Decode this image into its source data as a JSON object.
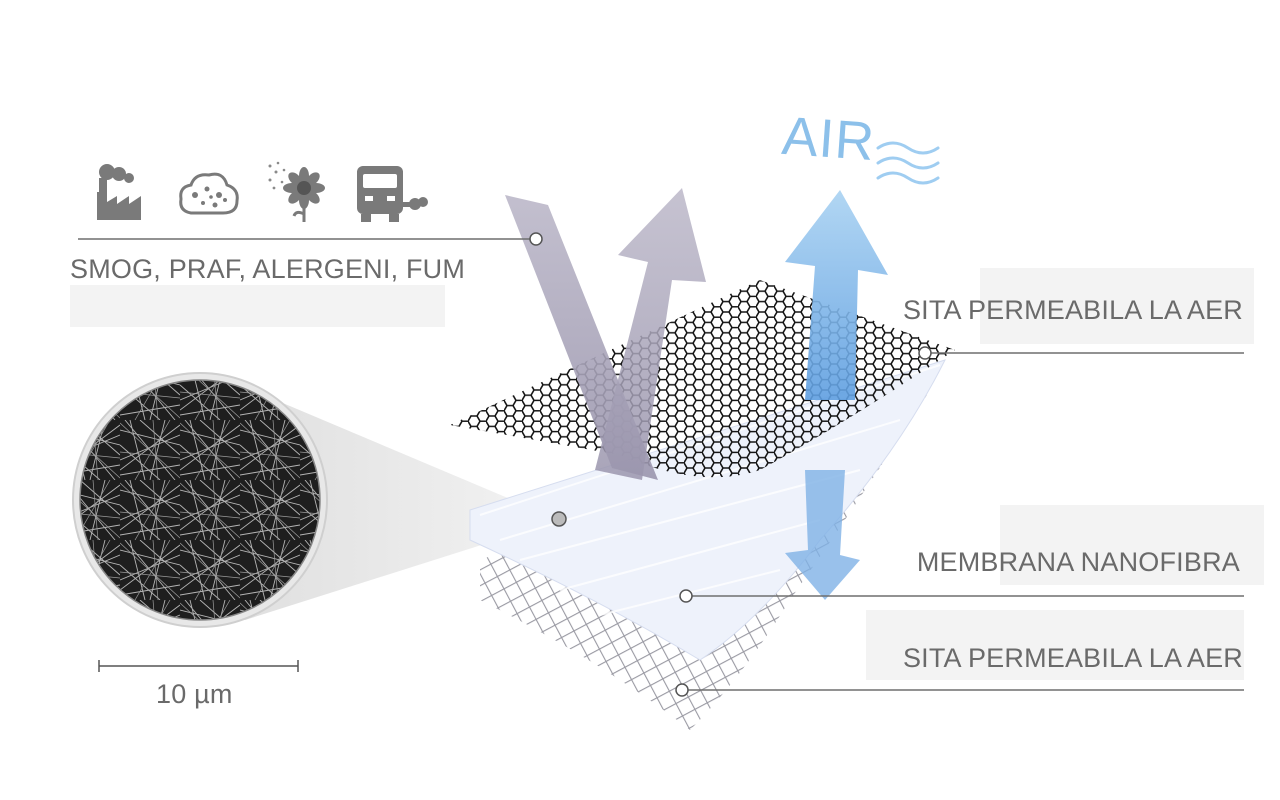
{
  "pollutants": {
    "label": "SMOG, PRAF, ALERGENI, FUM",
    "icons": [
      "factory-icon",
      "dust-cloud-icon",
      "pollen-flower-icon",
      "truck-exhaust-icon"
    ]
  },
  "air_label": "AIR",
  "layers": [
    {
      "label": "SITA PERMEABILA LA AER"
    },
    {
      "label": "MEMBRANA NANOFIBRA"
    },
    {
      "label": "SITA PERMEABILA LA AER"
    }
  ],
  "scale_bar": {
    "label": "10 µm"
  },
  "colors": {
    "label_text": "#6a6a6a",
    "leader_line": "#6f6f6f",
    "icon_gray": "#7a7a7a",
    "air_blue": "#8cc0ea",
    "blocked_arrow": "#a9a4ba"
  }
}
